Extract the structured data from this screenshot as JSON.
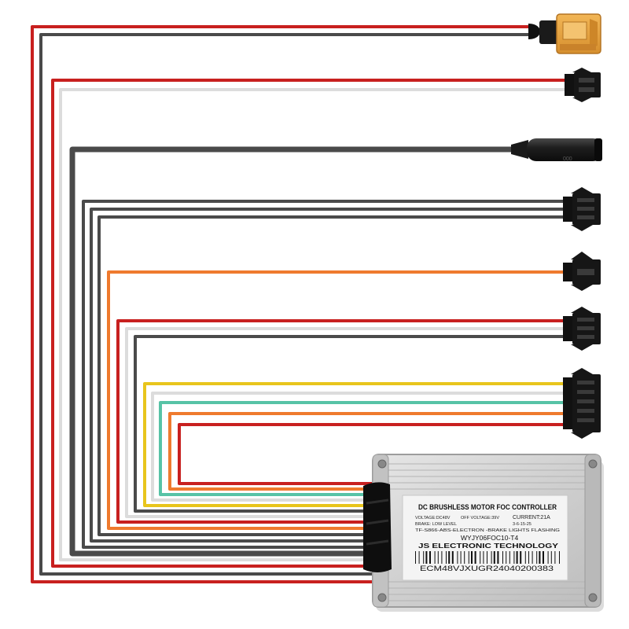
{
  "colors": {
    "background": "#ffffff",
    "wire_red": "#c8201f",
    "wire_black": "#4a4a4a",
    "wire_white": "#dcdcdc",
    "wire_orange": "#ef7a2e",
    "wire_yellow": "#e8c51c",
    "wire_green": "#57c3a6",
    "xt_connector": "#e8a847",
    "controller_shell": "#d6d6d6"
  },
  "connectors": [
    {
      "name": "xt60-battery-connector",
      "type": "xt60",
      "wires": [
        "red",
        "black"
      ]
    },
    {
      "name": "two-pin-connector-red-white",
      "type": "2pin",
      "wires": [
        "red",
        "white"
      ]
    },
    {
      "name": "round-dc-plug",
      "type": "round",
      "wires": [
        "black"
      ]
    },
    {
      "name": "three-pin-connector-black",
      "type": "3pin",
      "wires": [
        "black",
        "black",
        "black"
      ]
    },
    {
      "name": "single-pin-connector-orange",
      "type": "1pin",
      "wires": [
        "orange"
      ]
    },
    {
      "name": "three-pin-connector-red-white-black",
      "type": "3pin",
      "wires": [
        "red",
        "white",
        "black"
      ]
    },
    {
      "name": "five-pin-connector-throttle",
      "type": "5pin",
      "wires": [
        "yellow",
        "white",
        "green",
        "orange",
        "red"
      ]
    }
  ],
  "label": {
    "title": "DC BRUSHLESS MOTOR FOC CONTROLLER",
    "voltage": "VOLTAGE:DC48V",
    "off_voltage": "OFF VOLTAGE:39V",
    "current": "CURRENT:21A",
    "brake": "BRAKE: LOW LEVEL",
    "date": "3-6-15-25",
    "features": "TF-S866-ABS-ELECTRON -BRAKE LIGHTS FLASHING",
    "model": "WYJY06FOC10-T4",
    "maker": "JS ELECTRONIC TECHNOLOGY",
    "serial": "ECM48VJXUGR24040200383"
  }
}
